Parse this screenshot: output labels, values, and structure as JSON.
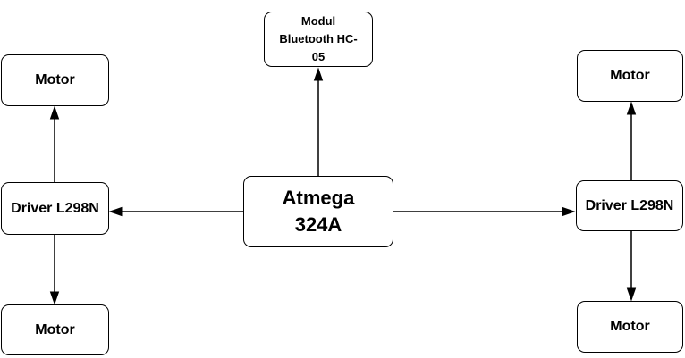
{
  "diagram": {
    "background_color": "#ffffff",
    "stroke_color": "#000000",
    "text_color": "#000000",
    "nodes": {
      "module_bluetooth": {
        "label": "Modul Bluetooth HC-05",
        "lines": [
          "Modul",
          "Bluetooth HC-",
          "05"
        ]
      },
      "atmega": {
        "label": "Atmega 324A",
        "lines": [
          "Atmega",
          "324A"
        ]
      },
      "driver_left": {
        "label": "Driver L298N",
        "lines": [
          "Driver L298N"
        ]
      },
      "driver_right": {
        "label": "Driver L298N",
        "lines": [
          "Driver L298N"
        ]
      },
      "motor_top_left": {
        "label": "Motor",
        "lines": [
          "Motor"
        ]
      },
      "motor_bottom_left": {
        "label": "Motor",
        "lines": [
          "Motor"
        ]
      },
      "motor_top_right": {
        "label": "Motor",
        "lines": [
          "Motor"
        ]
      },
      "motor_bottom_right": {
        "label": "Motor",
        "lines": [
          "Motor"
        ]
      }
    },
    "edges": [
      {
        "from": "atmega",
        "to": "module_bluetooth",
        "direction": "up"
      },
      {
        "from": "atmega",
        "to": "driver_left",
        "direction": "left"
      },
      {
        "from": "atmega",
        "to": "driver_right",
        "direction": "right"
      },
      {
        "from": "driver_left",
        "to": "motor_top_left",
        "direction": "up"
      },
      {
        "from": "driver_left",
        "to": "motor_bottom_left",
        "direction": "down"
      },
      {
        "from": "driver_right",
        "to": "motor_top_right",
        "direction": "up"
      },
      {
        "from": "driver_right",
        "to": "motor_bottom_right",
        "direction": "down"
      }
    ]
  }
}
